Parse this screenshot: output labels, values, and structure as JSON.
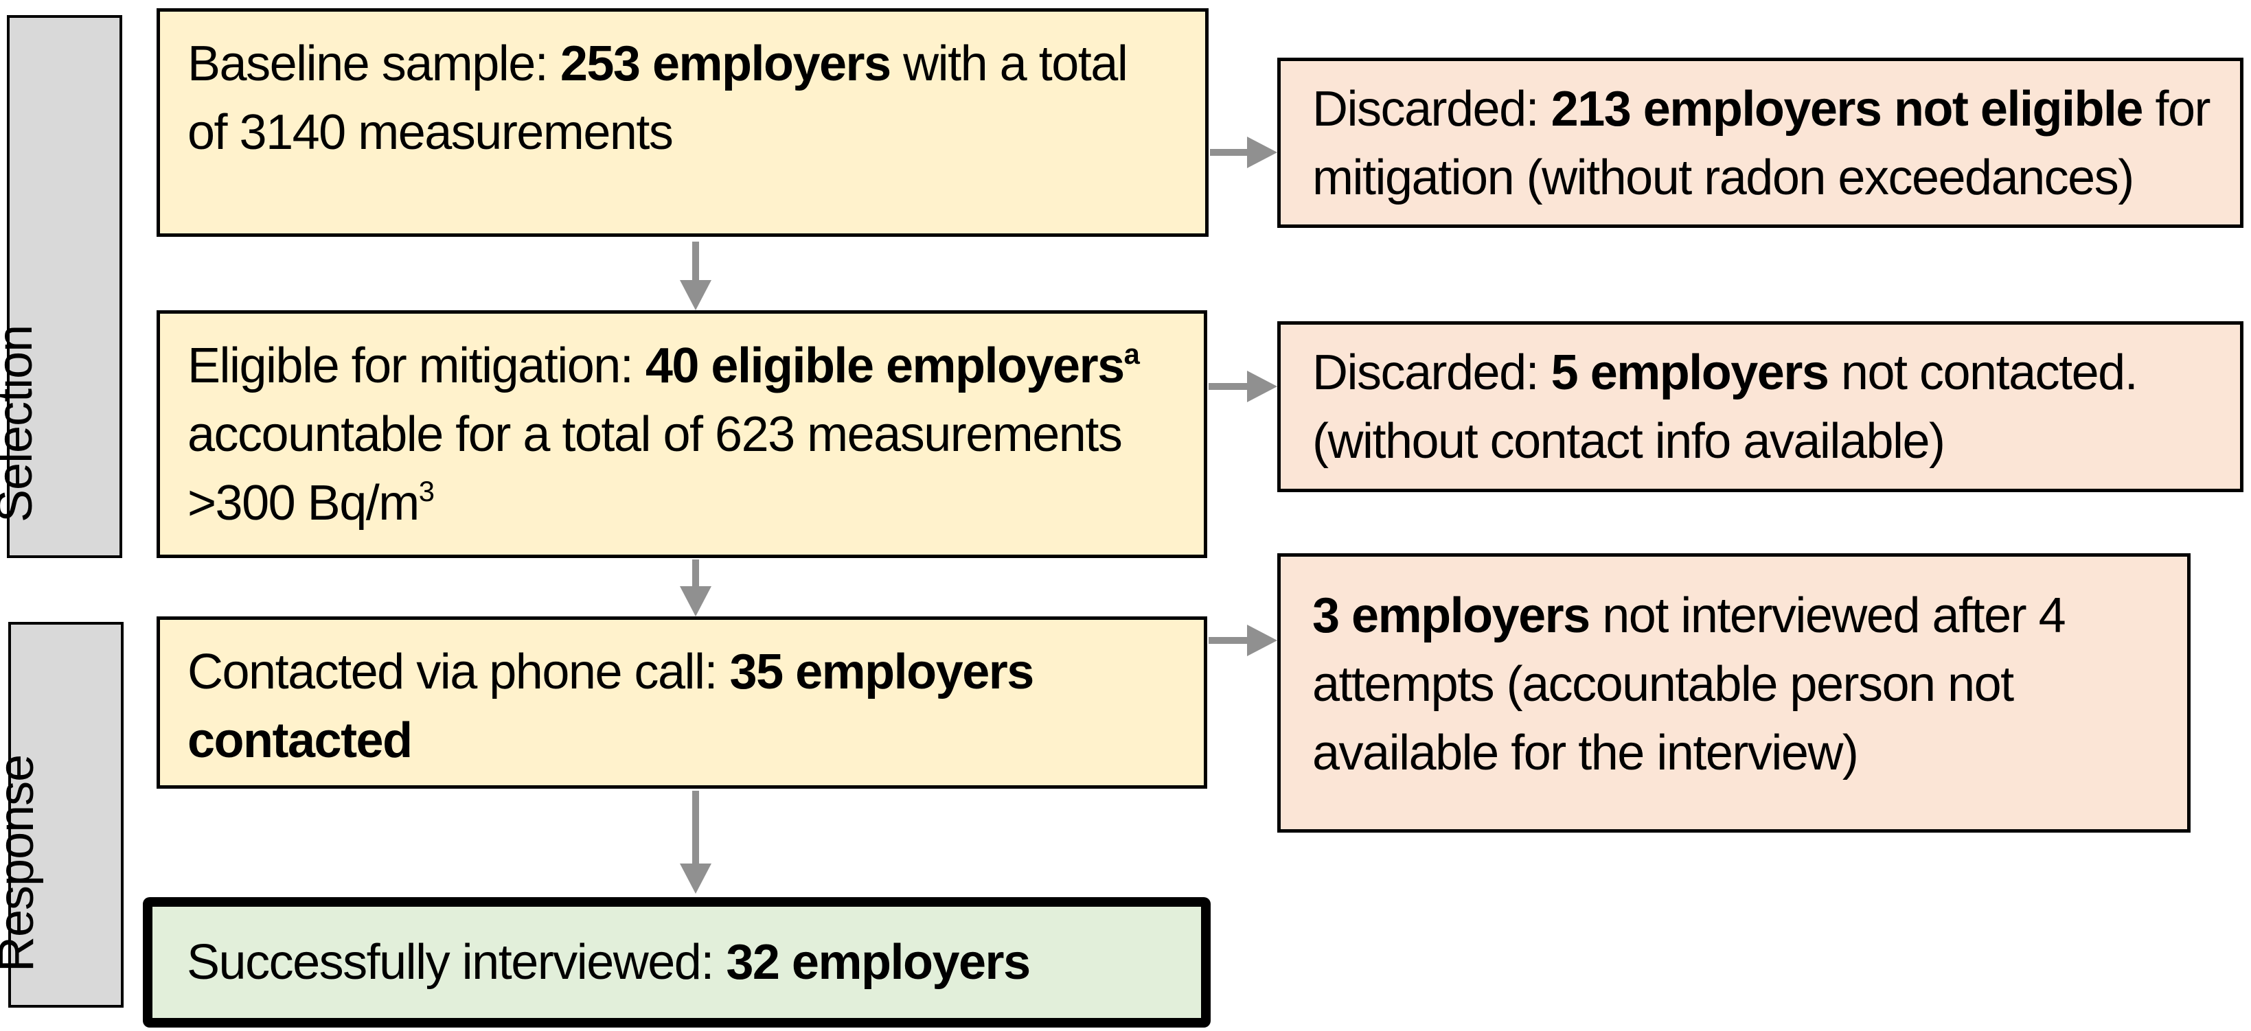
{
  "colors": {
    "background": "#FFFFFF",
    "process_fill": "#FFF2CC",
    "discard_fill": "#FBE5D6",
    "final_fill": "#E2EFDA",
    "stage_fill": "#D9D9D9",
    "border": "#000000",
    "arrow": "#909090",
    "text": "#000000"
  },
  "stages": [
    {
      "label": "Selection"
    },
    {
      "label": "Response"
    }
  ],
  "process_boxes": [
    {
      "name": "baseline-sample",
      "lines": [
        [
          {
            "t": "Baseline sample: "
          },
          {
            "t": "253 employers",
            "b": true
          },
          {
            "t": " with a total"
          }
        ],
        [
          {
            "t": "of 3140 measurements"
          }
        ]
      ]
    },
    {
      "name": "eligible-for-mitigation",
      "lines": [
        [
          {
            "t": "Eligible for mitigation: "
          },
          {
            "t": "40 eligible employers",
            "b": true
          },
          {
            "t": "a",
            "b": true,
            "sup": true
          }
        ],
        [
          {
            "t": "accountable for a total of 623 measurements"
          }
        ],
        [
          {
            "t": ">300 Bq/m"
          },
          {
            "t": "3",
            "sup": true
          }
        ]
      ]
    },
    {
      "name": "contacted-via-phone",
      "lines": [
        [
          {
            "t": "Contacted via phone call: "
          },
          {
            "t": "35 employers",
            "b": true
          }
        ],
        [
          {
            "t": "contacted",
            "b": true
          }
        ]
      ]
    }
  ],
  "final_box": {
    "name": "successfully-interviewed",
    "lines": [
      [
        {
          "t": "Successfully interviewed: "
        },
        {
          "t": "32 employers",
          "b": true
        }
      ]
    ]
  },
  "discard_boxes": [
    {
      "name": "discard-not-eligible",
      "lines": [
        [
          {
            "t": "Discarded: "
          },
          {
            "t": "213 employers not eligible",
            "b": true
          },
          {
            "t": " for"
          }
        ],
        [
          {
            "t": "mitigation (without radon exceedances)"
          }
        ]
      ]
    },
    {
      "name": "discard-not-contacted",
      "lines": [
        [
          {
            "t": "Discarded: "
          },
          {
            "t": "5 employers",
            "b": true
          },
          {
            "t": " not contacted."
          }
        ],
        [
          {
            "t": "(without contact info available)"
          }
        ]
      ]
    },
    {
      "name": "discard-not-interviewed",
      "lines": [
        [
          {
            "t": "3 employers",
            "b": true
          },
          {
            "t": " not interviewed after 4"
          }
        ],
        [
          {
            "t": "attempts (accountable person not"
          }
        ],
        [
          {
            "t": "available for the interview)"
          }
        ]
      ]
    }
  ]
}
